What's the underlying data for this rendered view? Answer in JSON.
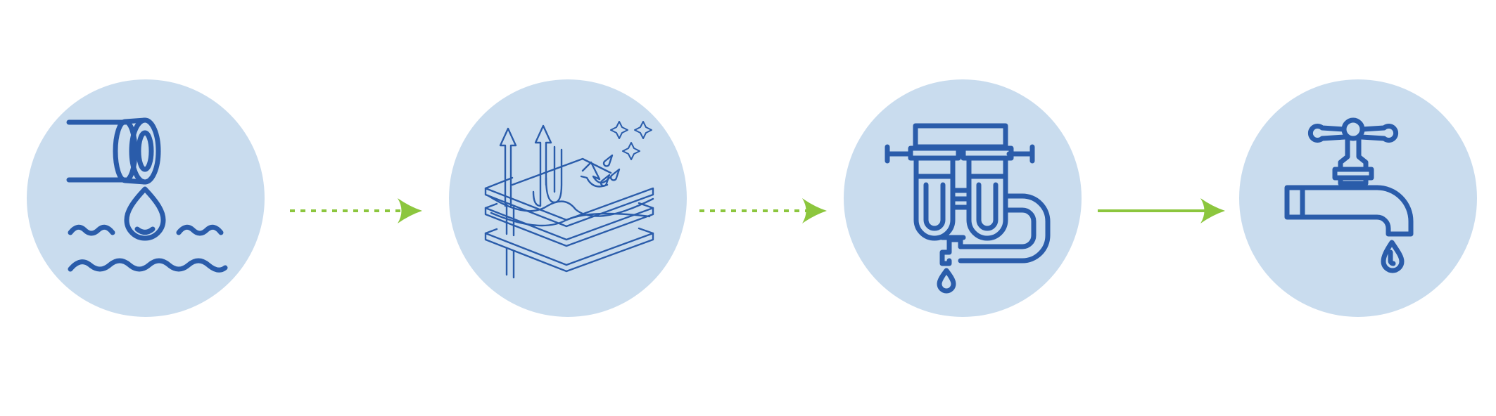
{
  "colors": {
    "circle_fill": "#c9dcee",
    "icon_stroke": "#2a5caa",
    "arrow_green": "#8cc63e",
    "background": "#ffffff"
  },
  "steps": [
    {
      "icon": "water-intake-pipe-icon"
    },
    {
      "icon": "filtration-layers-icon"
    },
    {
      "icon": "twin-cartridge-filter-icon"
    },
    {
      "icon": "water-tap-icon"
    }
  ],
  "connectors": [
    {
      "style": "dotted",
      "icon": "arrow-right-icon"
    },
    {
      "style": "dotted",
      "icon": "arrow-right-icon"
    },
    {
      "style": "solid",
      "icon": "arrow-right-icon"
    }
  ]
}
